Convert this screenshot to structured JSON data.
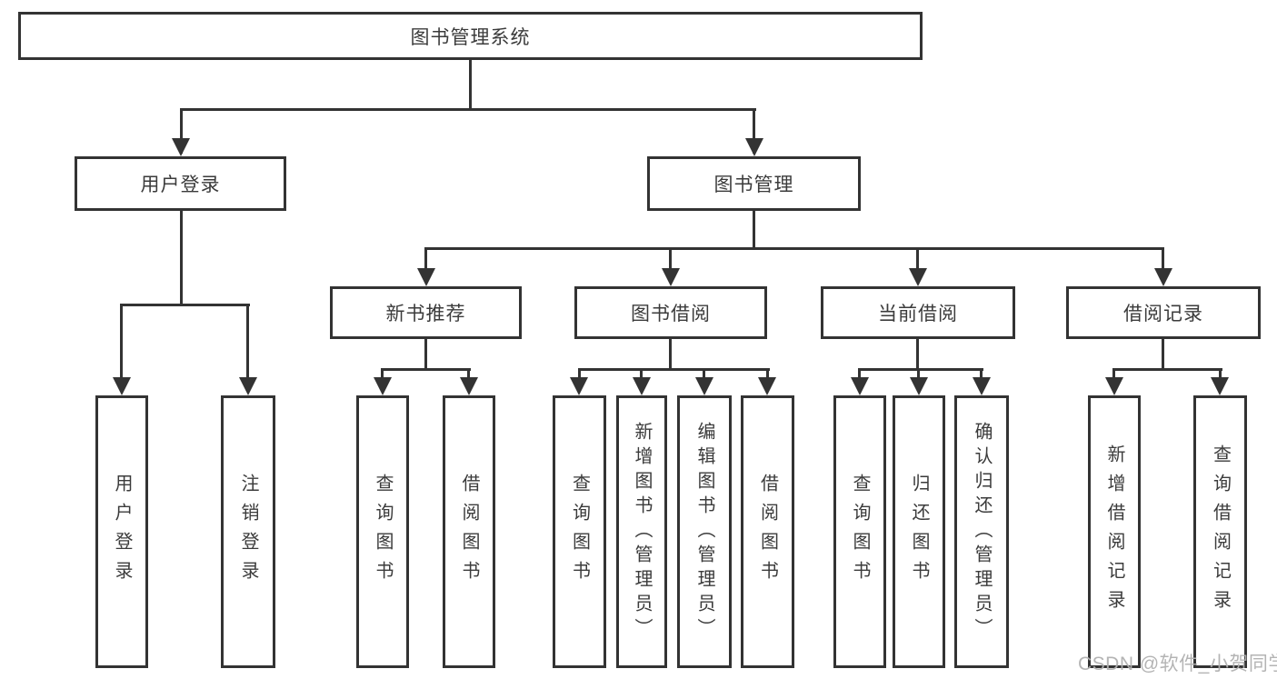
{
  "diagram_type": "hierarchy-tree",
  "root": {
    "label": "图书管理系统",
    "children": [
      {
        "label": "用户登录",
        "children": [
          {
            "label": "用户登录"
          },
          {
            "label": "注销登录"
          }
        ]
      },
      {
        "label": "图书管理",
        "children": [
          {
            "label": "新书推荐",
            "children": [
              {
                "label": "查询图书"
              },
              {
                "label": "借阅图书"
              }
            ]
          },
          {
            "label": "图书借阅",
            "children": [
              {
                "label": "查询图书"
              },
              {
                "label": "新增图书（管理员）"
              },
              {
                "label": "编辑图书（管理员）"
              },
              {
                "label": "借阅图书"
              }
            ]
          },
          {
            "label": "当前借阅",
            "children": [
              {
                "label": "查询图书"
              },
              {
                "label": "归还图书"
              },
              {
                "label": "确认归还（管理员）"
              }
            ]
          },
          {
            "label": "借阅记录",
            "children": [
              {
                "label": "新增借阅记录"
              },
              {
                "label": "查询借阅记录"
              }
            ]
          }
        ]
      }
    ]
  },
  "watermark": "CSDN @软件_小贺同学",
  "colors": {
    "line": "#333333",
    "text": "#3b3b3b",
    "background": "#ffffff",
    "watermark": "#b0b0b0"
  }
}
